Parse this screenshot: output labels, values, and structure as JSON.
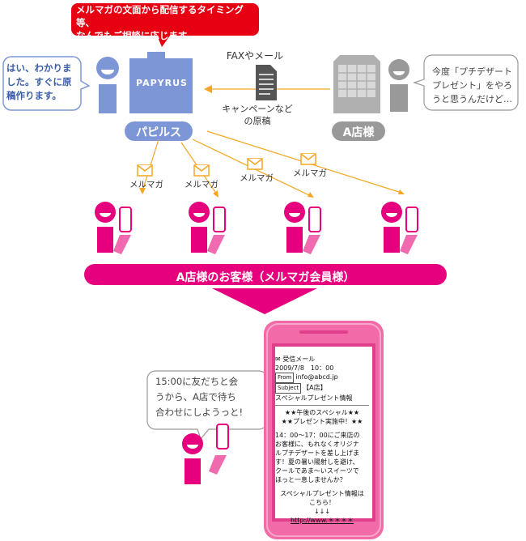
{
  "papyrus": {
    "callout": "メルマガの文面から配信するタイミング等、\nなんでもご相談に応じます。",
    "reply_bubble": "はい、わかりま\nした。すぐに原\n稿作ります。",
    "logo_text": "PAPYRUS",
    "label": "パピルス"
  },
  "shop": {
    "bubble": "今度「プチデザート\nプレゼント」をやろ\nうと思うんだけど…",
    "label": "A店様"
  },
  "fax": {
    "label": "FAXやメール",
    "caption": "キャンペーンなど\nの原稿"
  },
  "mail_labels": [
    "メルマガ",
    "メルマガ",
    "メルマガ",
    "メルマガ"
  ],
  "members_band": "A店様のお客様（メルマガ会員様）",
  "customer_bubble": "15:00に友だちと会\nうから、A店で待ち\n合わせにしようっと!",
  "phone_screen": {
    "header": "受信メール",
    "date": "2009/7/8　10：00",
    "from_tag": "From",
    "from": "info@abcd.jp",
    "subject_tag": "Subject",
    "subject": "【A店】",
    "title": "スペシャルプレゼント情報",
    "headline1": "★★午後のスペシャル★★",
    "headline2": "★★プレゼント実施中！★★",
    "body": "14：00～17：00にご来店の\nお客様に、もれなくオリジナ\nルプチデザートを差し上げま\nす！夏の暑い陽射しを避け、\nクールであま～いスイーツで\nほっと一息しませんか？",
    "footer1": "スペシャルプレゼント情報は",
    "footer2": "こちら！",
    "arrows": "↓↓↓",
    "link": "http://www.＊＊＊＊"
  },
  "colors": {
    "pink": "#e6007e",
    "light_pink": "#f06ab0",
    "blue": "#7d97d6",
    "gray": "#999999",
    "orange_line": "#f5a623",
    "red_callout": "#e60012",
    "phone_pink": "#f26aa8"
  }
}
